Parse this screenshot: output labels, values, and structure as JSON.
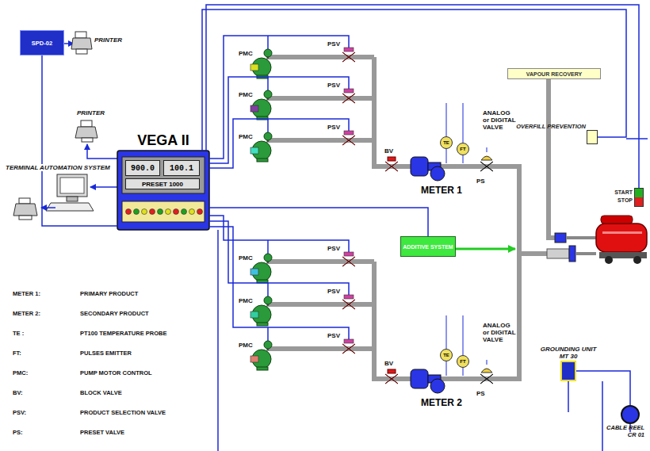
{
  "diagram": {
    "nodes": [
      {
        "text": [
          "SPD-02"
        ]
      },
      {
        "text": [
          "VEGA II"
        ]
      },
      {
        "text": [
          "900.0"
        ],
        "in": 1
      },
      {
        "text": [
          "100.1"
        ],
        "in": 1
      },
      {
        "text": [
          "PRESET 1000"
        ],
        "in": 1
      },
      {
        "text": [
          "VAPOUR RECOVERY"
        ]
      },
      {
        "text": [
          "OVERFILL PREVENTION"
        ]
      },
      {
        "text": [
          "START STOP"
        ]
      },
      {
        "text": [
          "TE"
        ]
      },
      {
        "text": [
          "FT"
        ]
      },
      {
        "text": [
          "ADDITIVE SYSTEM"
        ]
      },
      {
        "text": [
          "TE"
        ]
      },
      {
        "text": [
          "FT"
        ]
      },
      {
        "text": [
          "GROUNDING UNIT MT 30"
        ]
      },
      {
        "text": [
          "CABLE REEL CR 01"
        ]
      }
    ],
    "edges": [
      {
        "from": 1,
        "to": 0,
        "arrow": "none"
      },
      {
        "from": 1,
        "to": 6,
        "arrow": "none"
      },
      {
        "from": 1,
        "to": 7,
        "arrow": "none"
      },
      {
        "from": 1,
        "to": 10,
        "arrow": "none"
      },
      {
        "from": 13,
        "to": 14,
        "arrow": "none"
      }
    ],
    "labels": [
      "PRINTER",
      "PRINTER",
      "TERMINAL AUTOMATION SYSTEM",
      "PMC",
      "PSV",
      "PMC",
      "PSV",
      "PMC",
      "PSV",
      "BV",
      "ANALOG or DIGITAL VALVE",
      "PS",
      "METER 1",
      "PMC",
      "PSV",
      "PMC",
      "PSV",
      "PMC",
      "PSV",
      "BV",
      "ANALOG or DIGITAL VALVE",
      "PS",
      "METER 2",
      "METER 1:",
      "PRIMARY PRODUCT",
      "METER 2:",
      "SECONDARY PRODUCT",
      "TE :",
      "PT100 TEMPERATURE PROBE",
      "FT:",
      "PULSES EMITTER",
      "PMC:",
      "PUMP MOTOR CONTROL",
      "BV:",
      "BLOCK VALVE",
      "PSV:",
      "PRODUCT SELECTION VALVE",
      "PS:",
      "PRESET VALVE"
    ]
  }
}
